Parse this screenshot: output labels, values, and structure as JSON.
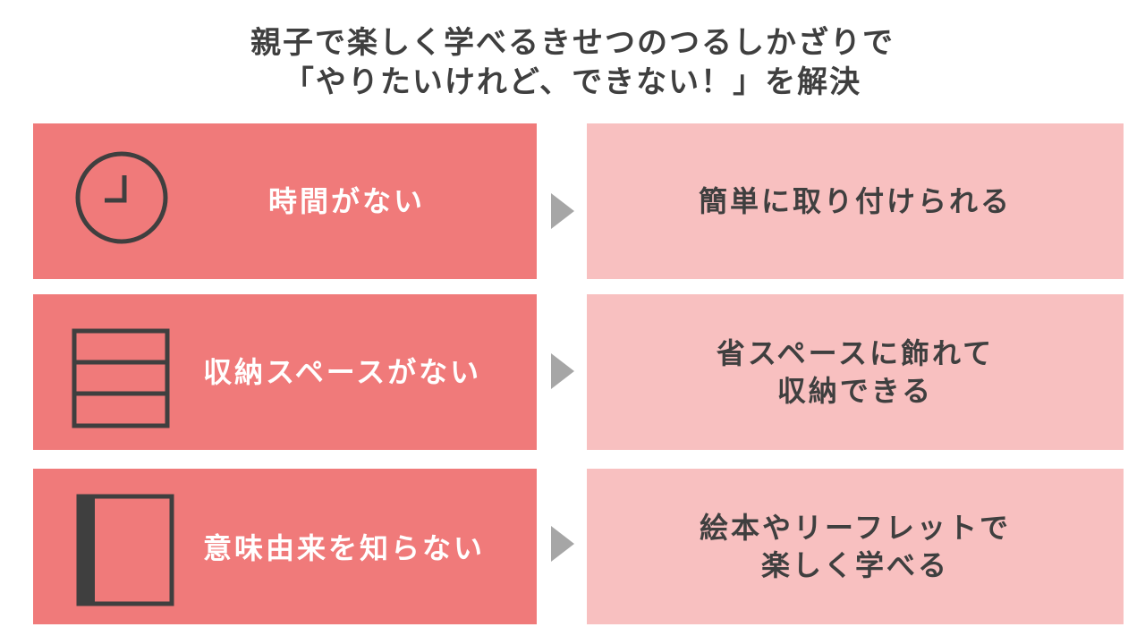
{
  "title": {
    "line1": "親子で楽しく学べるきせつのつるしかざりで",
    "line2": "「やりたいけれど、できない！」を解決"
  },
  "rows": [
    {
      "problem": "時間がない",
      "icon": "clock-icon",
      "solution": [
        "簡単に取り付けられる"
      ]
    },
    {
      "problem": "収納スペースがない",
      "icon": "shelf-icon",
      "solution": [
        "省スペースに飾れて",
        "収納できる"
      ]
    },
    {
      "problem": "意味由来を知らない",
      "icon": "book-icon",
      "solution": [
        "絵本やリーフレットで",
        "楽しく学べる"
      ]
    }
  ],
  "colors": {
    "problem_bg": "#f07a7a",
    "solution_bg": "#f8c0c0",
    "arrow": "#a6a6a6",
    "text_dark": "#3f3f3f",
    "text_light": "#ffffff"
  }
}
